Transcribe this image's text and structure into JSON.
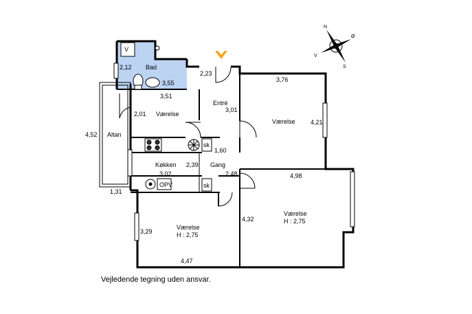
{
  "rooms": {
    "bad": "Bad",
    "entre": "Entré",
    "vaerelse_small": "Værelse",
    "vaerelse_right": "Værelse",
    "altan": "Altan",
    "kokken": "Køkken",
    "gang": "Gang",
    "vaerelse_bottom_left": "Værelse",
    "vaerelse_bottom_left_h": "H : 2,75",
    "vaerelse_bottom_right": "Værelse",
    "vaerelse_bottom_right_h": "H : 2,75"
  },
  "dimensions": {
    "bad_w": "2,12",
    "bad_d": "3,55",
    "entre_top": "2,23",
    "entre_w": "3,01",
    "right_room_w": "3,76",
    "right_room_d": "4,21",
    "small_room_w": "3,51",
    "small_room_d": "2,01",
    "altan_d": "4,52",
    "altan_w": "1,31",
    "kitchen_d": "2,39",
    "kitchen_w": "3,02",
    "gang_w": "1,60",
    "gang_d": "2,48",
    "bottom_right_w": "4,98",
    "bottom_right_d": "4,32",
    "bottom_left_d": "3,29",
    "bottom_left_w": "4,47"
  },
  "fixtures": {
    "v": "V",
    "sk1": "sk",
    "sk2": "sk",
    "opv": "OPV"
  },
  "compass": {
    "n": "N",
    "o": "Ø",
    "s": "S",
    "v": "V"
  },
  "disclaimer": "Vejledende tegning uden ansvar.",
  "colors": {
    "bath_fill": "#bcd3f2",
    "entry_marker": "#f0a31b",
    "wall": "#000000"
  }
}
